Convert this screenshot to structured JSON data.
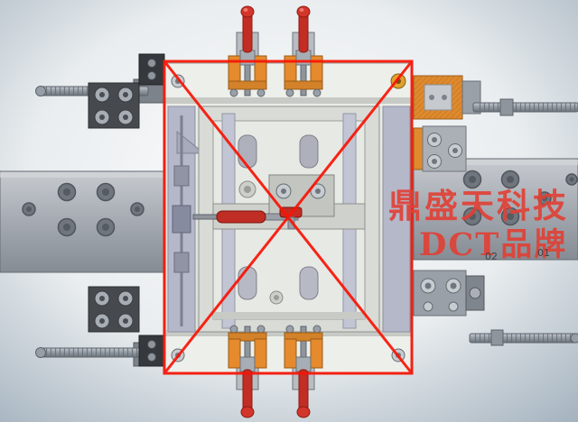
{
  "watermark": {
    "line1": "鼎盛天科技",
    "line2": "DCT品牌",
    "color": "#e23f34"
  },
  "part_labels": {
    "label_02": "02",
    "label_01": "01"
  },
  "annotation": {
    "shape": "crossed-square",
    "color": "#f81405"
  },
  "colors": {
    "clamp_handle_red": "#c22d24",
    "bracket_orange": "#e58a2d",
    "beam_plate_gray": "#a8adb4",
    "fixture_plate_light": "#e4e6e1",
    "column_lavender": "#b5b8c9",
    "background_edge": "#a4b2be"
  }
}
